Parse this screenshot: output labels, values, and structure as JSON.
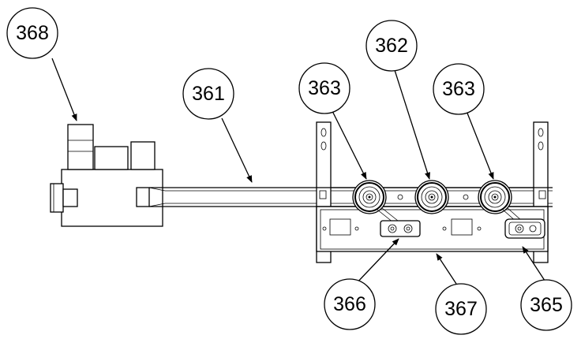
{
  "callouts": {
    "c368": "368",
    "c361": "361",
    "c363_left": "363",
    "c362": "362",
    "c363_right": "363",
    "c366": "366",
    "c367": "367",
    "c365": "365"
  }
}
